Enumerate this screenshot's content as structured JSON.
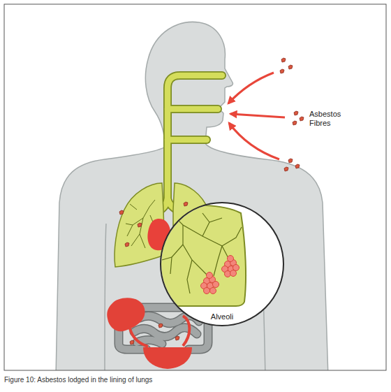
{
  "diagram": {
    "caption": "Figure 10: Asbestos lodged in the lining of lungs",
    "labels": [
      "Asbestos Fibres",
      "Alveoli"
    ]
  }
}
